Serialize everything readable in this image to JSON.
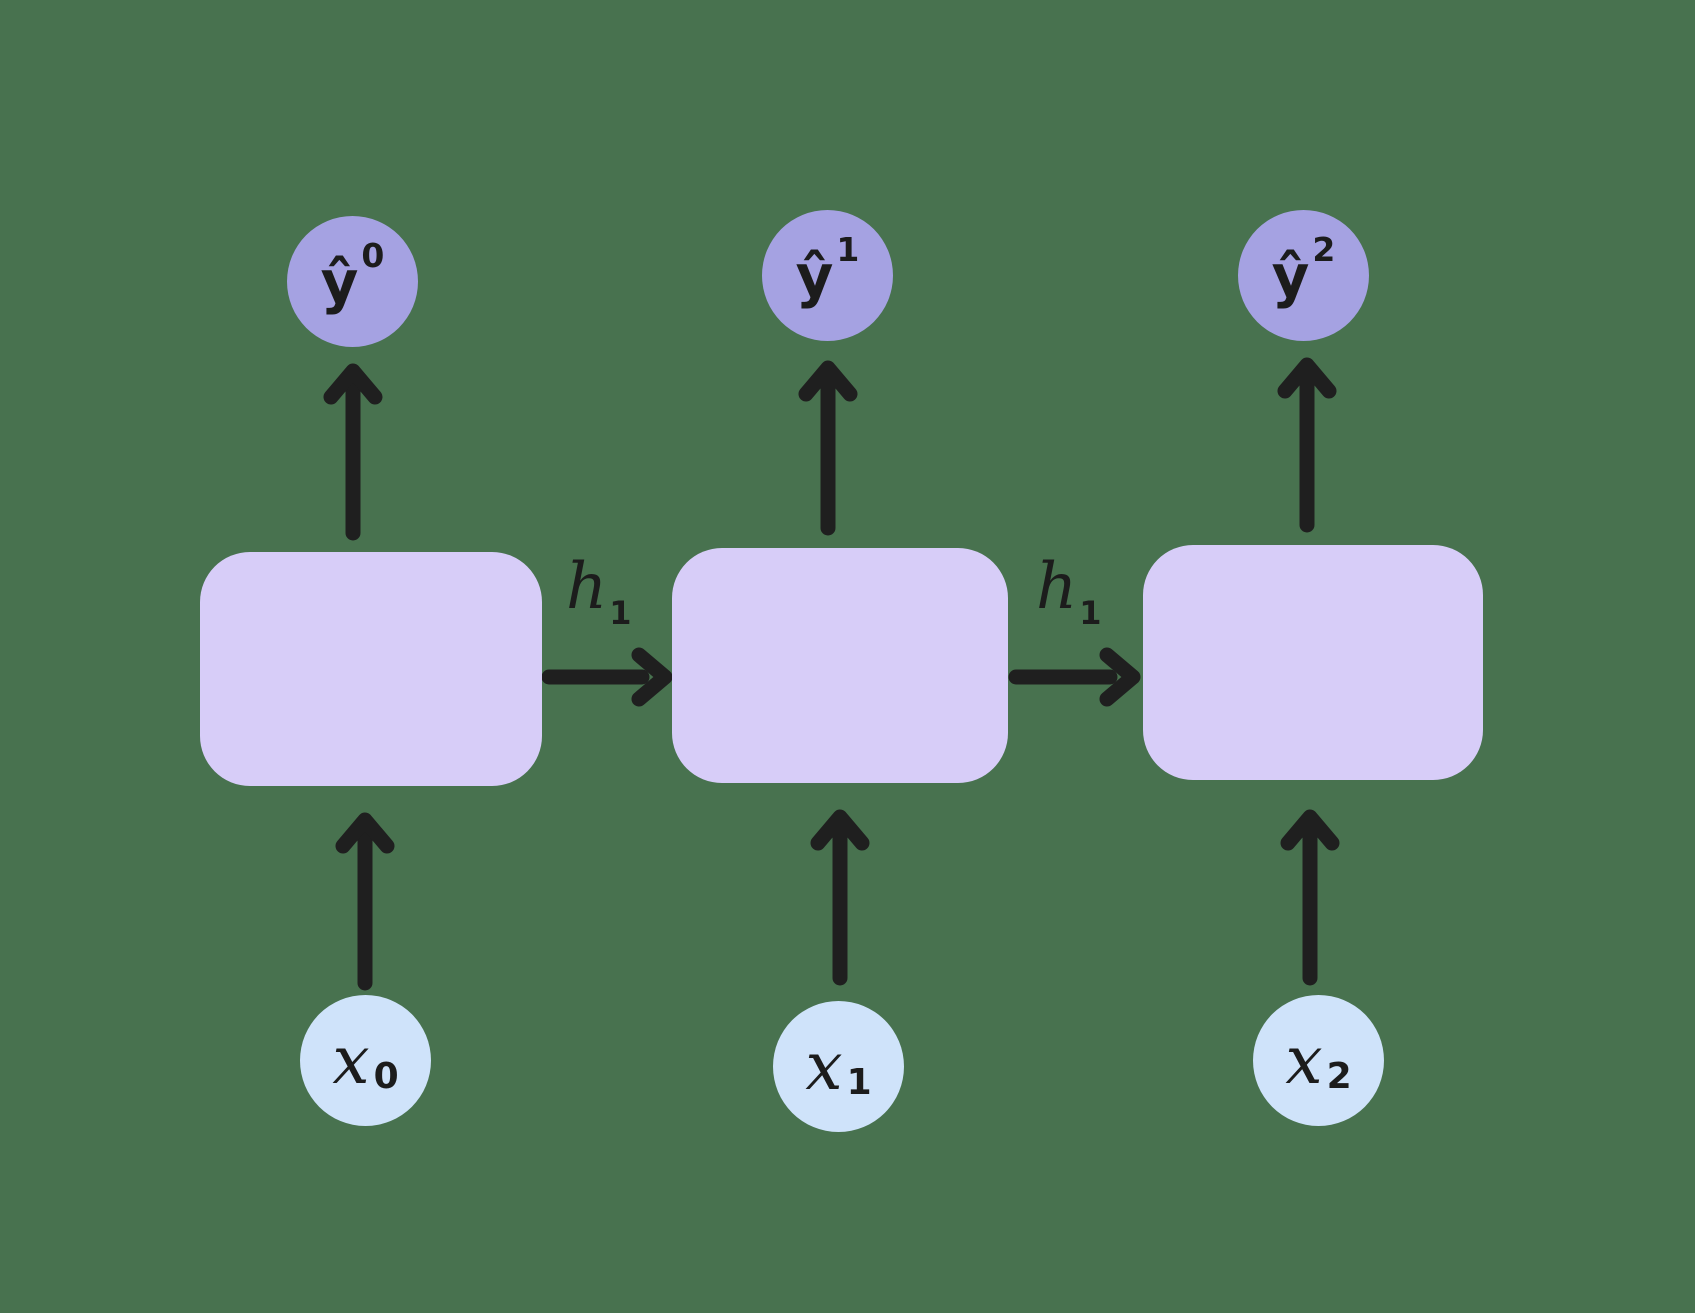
{
  "colors": {
    "background": "#48724F",
    "output_node_fill": "#a5a2e2",
    "cell_fill": "#d7cdf8",
    "input_node_fill": "#cfe3fa",
    "arrow": "#1f1f1f",
    "text": "#1c1c1c"
  },
  "nodes": {
    "outputs": [
      {
        "base": "ŷ",
        "sup": "0"
      },
      {
        "base": "ŷ",
        "sup": "1"
      },
      {
        "base": "ŷ",
        "sup": "2"
      }
    ],
    "inputs": [
      {
        "base": "x",
        "sub": "0"
      },
      {
        "base": "x",
        "sub": "1"
      },
      {
        "base": "x",
        "sub": "2"
      }
    ],
    "hidden_state_labels": [
      {
        "base": "h",
        "sub": "1"
      },
      {
        "base": "h",
        "sub": "1"
      }
    ]
  }
}
